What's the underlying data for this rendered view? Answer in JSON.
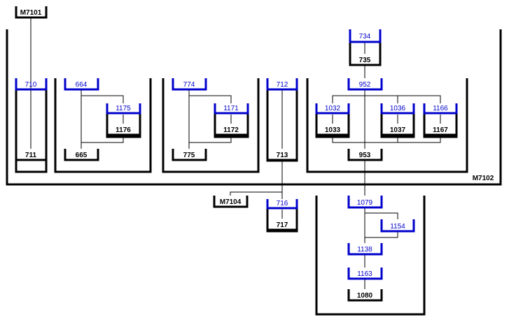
{
  "labels": {
    "m7101": "M7101",
    "m7102": "M7102",
    "m7104": "M7104",
    "n710": "710",
    "n711": "711",
    "n664": "664",
    "n665": "665",
    "n1175": "1175",
    "n1176": "1176",
    "n774": "774",
    "n775": "775",
    "n1171": "1171",
    "n1172": "1172",
    "n712": "712",
    "n713": "713",
    "n716": "716",
    "n717": "717",
    "n734": "734",
    "n735": "735",
    "n952": "952",
    "n953": "953",
    "n1032": "1032",
    "n1033": "1033",
    "n1036": "1036",
    "n1037": "1037",
    "n1166": "1166",
    "n1167": "1167",
    "n1079": "1079",
    "n1154": "1154",
    "n1138": "1138",
    "n1163": "1163",
    "n1080": "1080"
  },
  "colors": {
    "black_stroke": "#000000",
    "blue_stroke": "#0000cc",
    "background": "#ffffff"
  }
}
